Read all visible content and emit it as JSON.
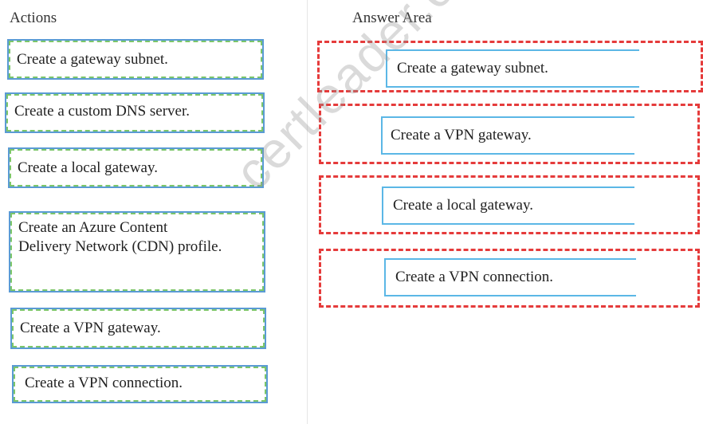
{
  "actions_title": "Actions",
  "answer_title": "Answer Area",
  "actions": [
    {
      "label": "Create a gateway subnet."
    },
    {
      "label": "Create a custom DNS server."
    },
    {
      "label": "Create a local gateway."
    },
    {
      "label_line1": "Create an Azure Content",
      "label_line2": "Delivery Network (CDN) profile."
    },
    {
      "label": "Create a VPN gateway."
    },
    {
      "label": "Create a VPN connection."
    }
  ],
  "answers": [
    {
      "label": "Create a gateway subnet."
    },
    {
      "label": "Create a VPN gateway."
    },
    {
      "label": "Create a local gateway."
    },
    {
      "label": "Create a VPN connection."
    }
  ],
  "watermark": "certleader.com",
  "colors": {
    "action_border": "#5a9bd4",
    "action_dash": "#7cc66a",
    "slot_dash": "#e53b3b",
    "answer_border": "#5bb7e6"
  }
}
